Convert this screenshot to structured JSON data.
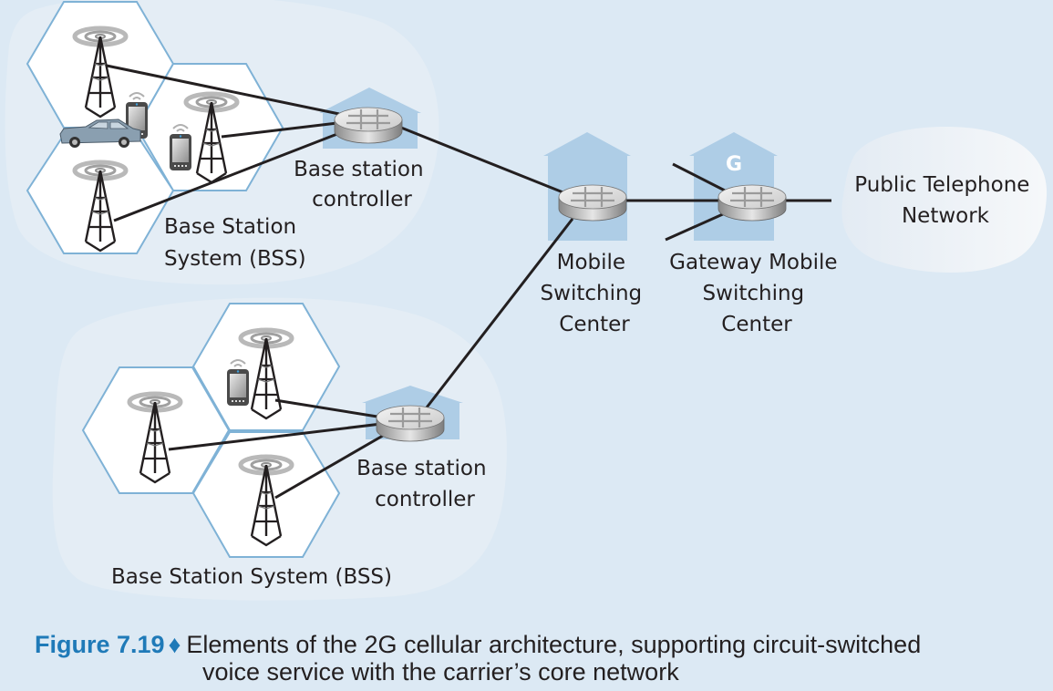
{
  "diagram": {
    "title": "Elements of the 2G cellular architecture",
    "labels": {
      "bsc_top": [
        "Base station",
        "controller"
      ],
      "bss_top": [
        "Base Station",
        "System (BSS)"
      ],
      "bsc_bottom": [
        "Base station",
        "controller"
      ],
      "bss_bottom": "Base Station System (BSS)",
      "msc": [
        "Mobile",
        "Switching",
        "Center"
      ],
      "gmsc": [
        "Gateway Mobile",
        "Switching",
        "Center"
      ],
      "gateway_letter": "G",
      "pstn": [
        "Public Telephone",
        "Network"
      ]
    },
    "nodes": [
      {
        "id": "bsc-top",
        "type": "router",
        "label": "Base station controller"
      },
      {
        "id": "bsc-bottom",
        "type": "router",
        "label": "Base station controller"
      },
      {
        "id": "msc",
        "type": "router",
        "label": "Mobile Switching Center"
      },
      {
        "id": "gmsc",
        "type": "router",
        "label": "Gateway Mobile Switching Center",
        "badge": "G"
      },
      {
        "id": "pstn",
        "type": "cloud",
        "label": "Public Telephone Network"
      }
    ],
    "bss_groups": [
      {
        "id": "bss-top",
        "cells": 3,
        "towers": 3,
        "devices": [
          "car",
          "phone",
          "phone"
        ]
      },
      {
        "id": "bss-bottom",
        "cells": 3,
        "towers": 3,
        "devices": [
          "phone"
        ]
      }
    ],
    "links": [
      [
        "tower-1",
        "bsc-top"
      ],
      [
        "tower-2",
        "bsc-top"
      ],
      [
        "tower-3",
        "bsc-top"
      ],
      [
        "tower-4",
        "bsc-bottom"
      ],
      [
        "tower-5",
        "bsc-bottom"
      ],
      [
        "tower-6",
        "bsc-bottom"
      ],
      [
        "bsc-top",
        "msc"
      ],
      [
        "bsc-bottom",
        "msc"
      ],
      [
        "msc",
        "gmsc"
      ],
      [
        "gmsc",
        "pstn"
      ]
    ],
    "colors": {
      "background": "#dce9f4",
      "bss_region": "#e4edf5",
      "cell_fill": "#ffffff",
      "cell_stroke": "#7fb2d6",
      "building": "#aecde6",
      "link": "#231f20",
      "accent": "#1f7ab8"
    }
  },
  "caption": {
    "figure_label": "Figure 7.19",
    "separator": "♦",
    "line1": "Elements of the 2G cellular architecture, supporting circuit-switched",
    "line2": "voice service with the carrier’s core network"
  }
}
